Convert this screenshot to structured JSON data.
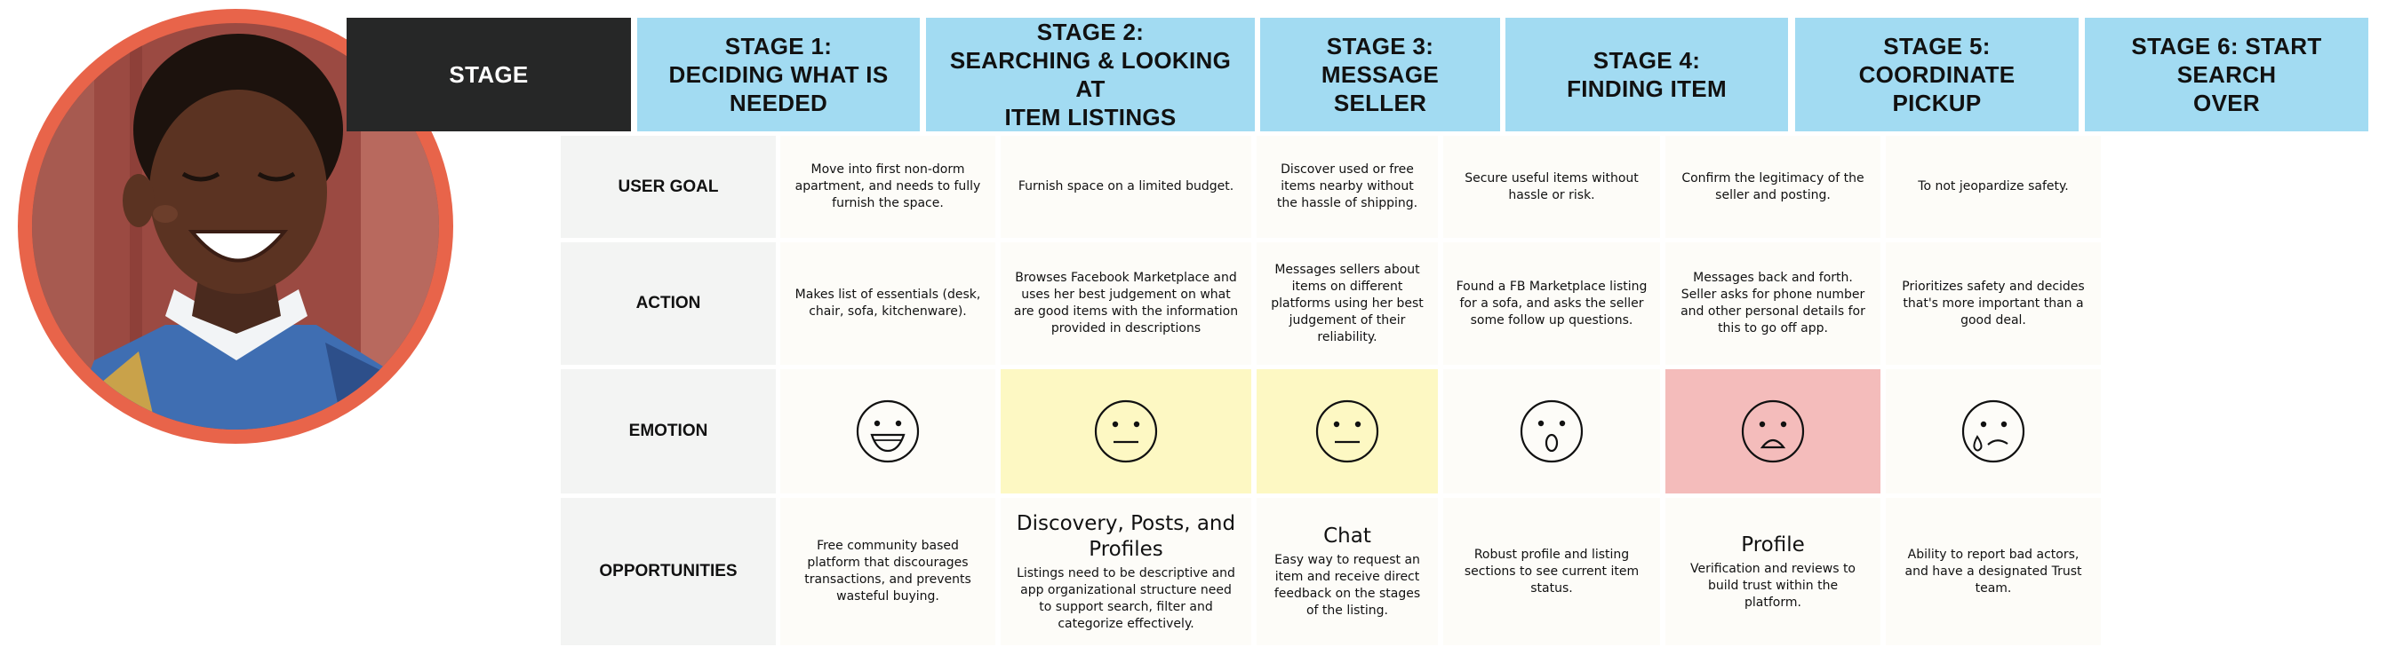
{
  "header": {
    "corner_label": "STAGE",
    "stages": [
      "STAGE 1:\nDECIDING WHAT IS\nNEEDED",
      "STAGE 2:\nSEARCHING & LOOKING AT\nITEM LISTINGS",
      "STAGE 3: MESSAGE\nSELLER",
      "STAGE 4:\nFINDING ITEM",
      "STAGE 5: COORDINATE\nPICKUP",
      "STAGE 6: START SEARCH\nOVER"
    ]
  },
  "rows": {
    "user_goal": {
      "label": "USER GOAL",
      "cells": [
        "Move into first non-dorm apartment, and needs to fully furnish the space.",
        "Furnish space on a limited budget.",
        "Discover used or free items nearby without the hassle of shipping.",
        "Secure useful items without hassle or risk.",
        "Confirm the legitimacy of the seller and posting.",
        "To not jeopardize safety."
      ]
    },
    "action": {
      "label": "ACTION",
      "cells": [
        "Makes list of essentials (desk, chair, sofa, kitchenware).",
        "Browses Facebook Marketplace and uses her best judgement on what are good items with the information provided in descriptions",
        "Messages sellers about items on different platforms using her best judgement of their reliability.",
        "Found a FB Marketplace listing for a sofa, and asks the seller some follow up questions.",
        "Messages back and forth. Seller asks for phone number and other personal details for this to go off app.",
        "Prioritizes safety and decides that's more important than a good deal."
      ]
    },
    "emotion": {
      "label": "EMOTION",
      "faces": [
        "happy-face-icon",
        "neutral-face-icon",
        "neutral-face-icon",
        "surprised-face-icon",
        "sad-face-icon",
        "crying-face-icon"
      ],
      "highlight_colors": [
        "#fdfcf8",
        "#fdf8c3",
        "#fdf8c3",
        "#fdfcf8",
        "#f4bcbb",
        "#fdfcf8"
      ]
    },
    "opportunities": {
      "label": "OPPORTUNITIES",
      "cells": [
        {
          "title": "",
          "text": "Free community based platform that discourages transactions, and prevents wasteful buying."
        },
        {
          "title": "Discovery, Posts, and Profiles",
          "text": "Listings need to be descriptive and app organizational structure need to support search, filter and categorize effectively."
        },
        {
          "title": "Chat",
          "text": "Easy way to request an item and receive direct feedback on the stages of the listing."
        },
        {
          "title": "",
          "text": "Robust profile and listing sections to see current item status."
        },
        {
          "title": "Profile",
          "text": "Verification and reviews to build trust within the platform."
        },
        {
          "title": "",
          "text": "Ability to report bad actors, and have a designated Trust team."
        }
      ]
    }
  },
  "colors": {
    "header_dark": "#262727",
    "header_blue": "#a2dbf2",
    "avatar_ring": "#e8644a",
    "emotion_yellow": "#fdf8c3",
    "emotion_pink": "#f4bcbb"
  }
}
